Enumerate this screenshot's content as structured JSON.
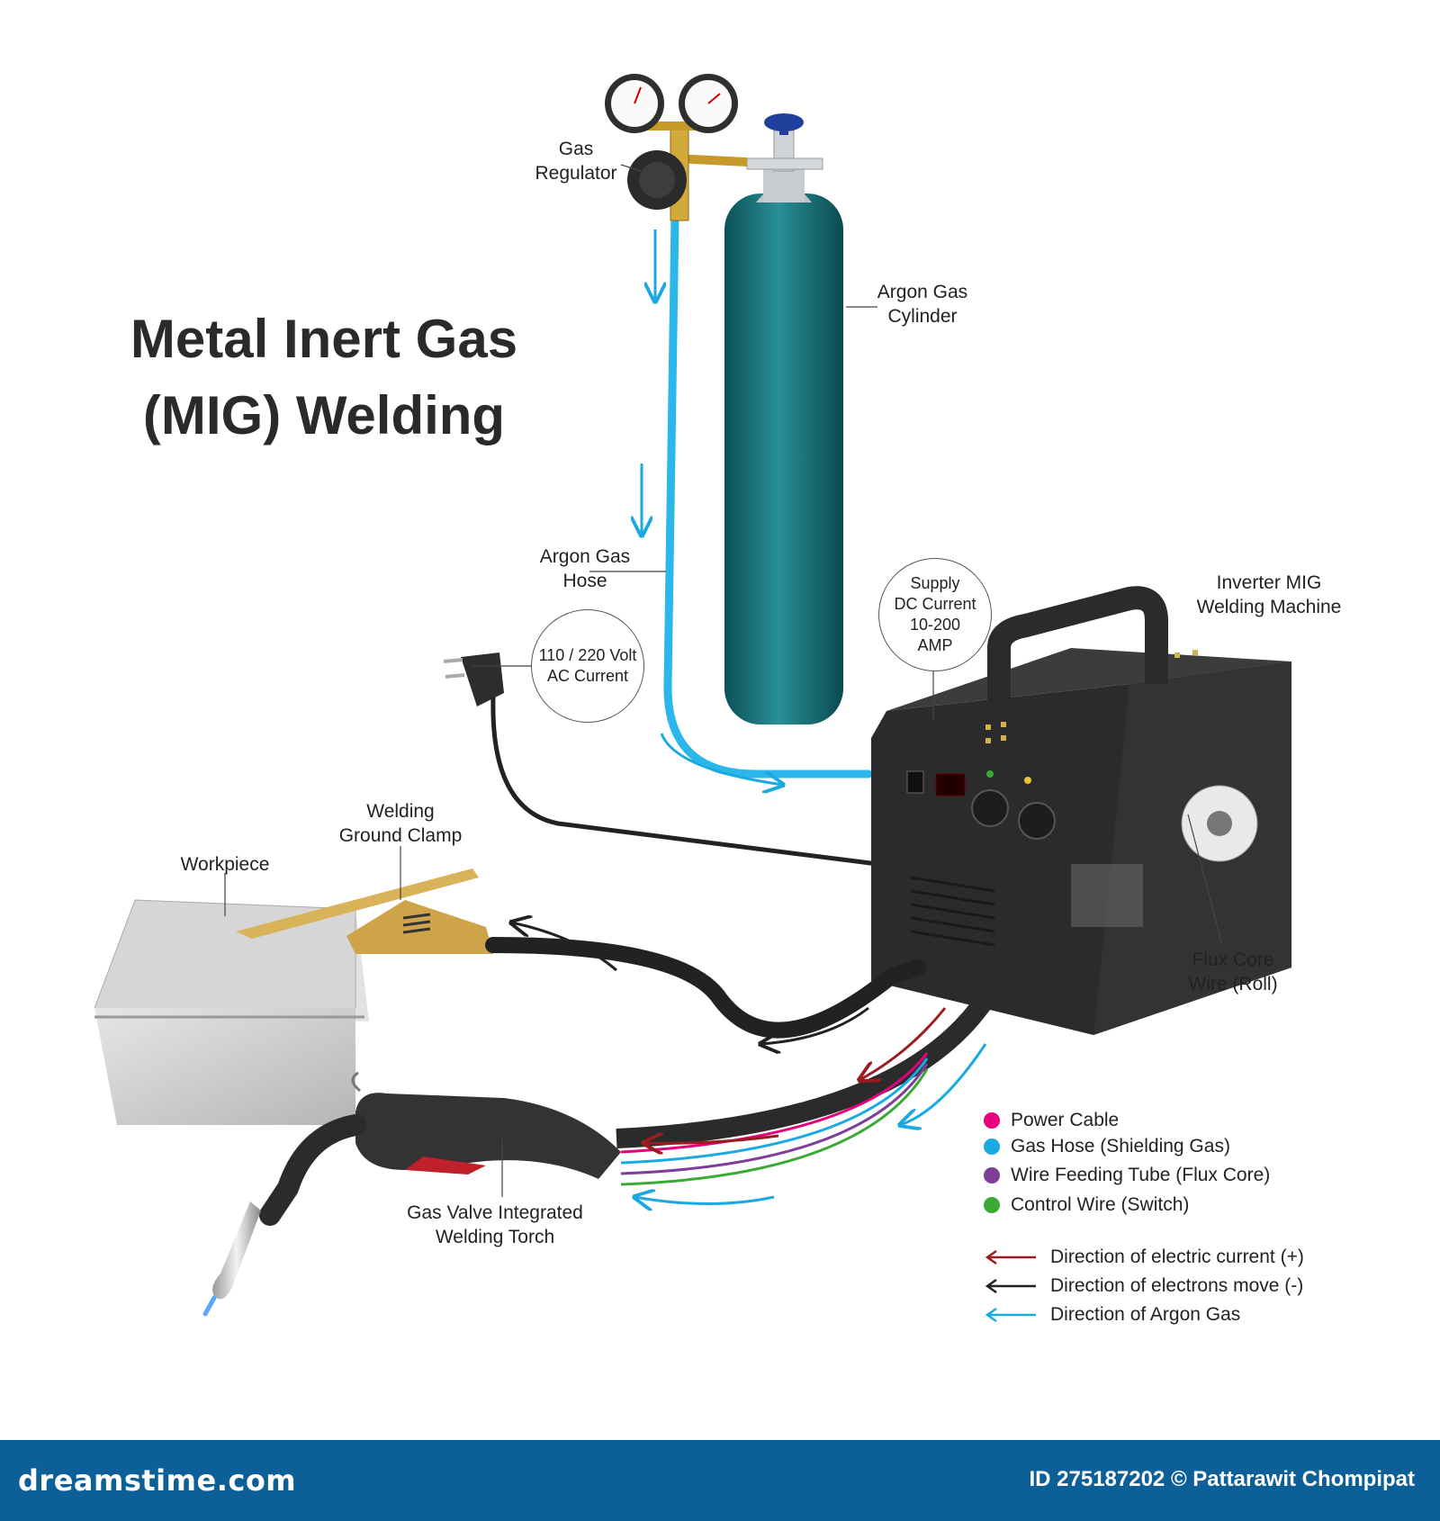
{
  "title": {
    "line1": "Metal Inert Gas",
    "line2": "(MIG) Welding"
  },
  "labels": {
    "gas_regulator": [
      "Gas",
      "Regulator"
    ],
    "argon_cylinder": [
      "Argon Gas",
      "Cylinder"
    ],
    "argon_hose": [
      "Argon Gas",
      "Hose"
    ],
    "ac_current": [
      "110 / 220 Volt",
      "AC Current"
    ],
    "dc_supply": [
      "Supply",
      "DC Current",
      "10-200",
      "AMP"
    ],
    "inverter": [
      "Inverter MIG",
      "Welding Machine"
    ],
    "ground_clamp": [
      "Welding",
      "Ground Clamp"
    ],
    "workpiece": "Workpiece",
    "flux_wire": [
      "Flux Core",
      "Wire (Roll)"
    ],
    "torch": [
      "Gas Valve Integrated",
      "Welding Torch"
    ]
  },
  "legend": [
    {
      "label": "Power Cable",
      "color": "#e6007e"
    },
    {
      "label": "Gas Hose (Shielding Gas)",
      "color": "#1ba9e1"
    },
    {
      "label": "Wire Feeding Tube (Flux Core)",
      "color": "#7f3f98"
    },
    {
      "label": "Control Wire (Switch)",
      "color": "#3aaa35"
    }
  ],
  "direction_legend": [
    {
      "label": "Direction of electric current (+)",
      "color": "#9b1b1f"
    },
    {
      "label": "Direction of electrons move (-)",
      "color": "#222222"
    },
    {
      "label": "Direction of Argon Gas",
      "color": "#1ba9e1"
    }
  ],
  "colors": {
    "cable": "#222222",
    "hose": "#2bb7ea",
    "cylinder": "#0f6f78",
    "machine": "#3a3a3c",
    "clamp": "#d9b35a",
    "footer": "#0c5f97"
  },
  "footer": {
    "logo": "dreamstime.com",
    "credit": "ID 275187202 © Pattarawit Chompipat"
  }
}
